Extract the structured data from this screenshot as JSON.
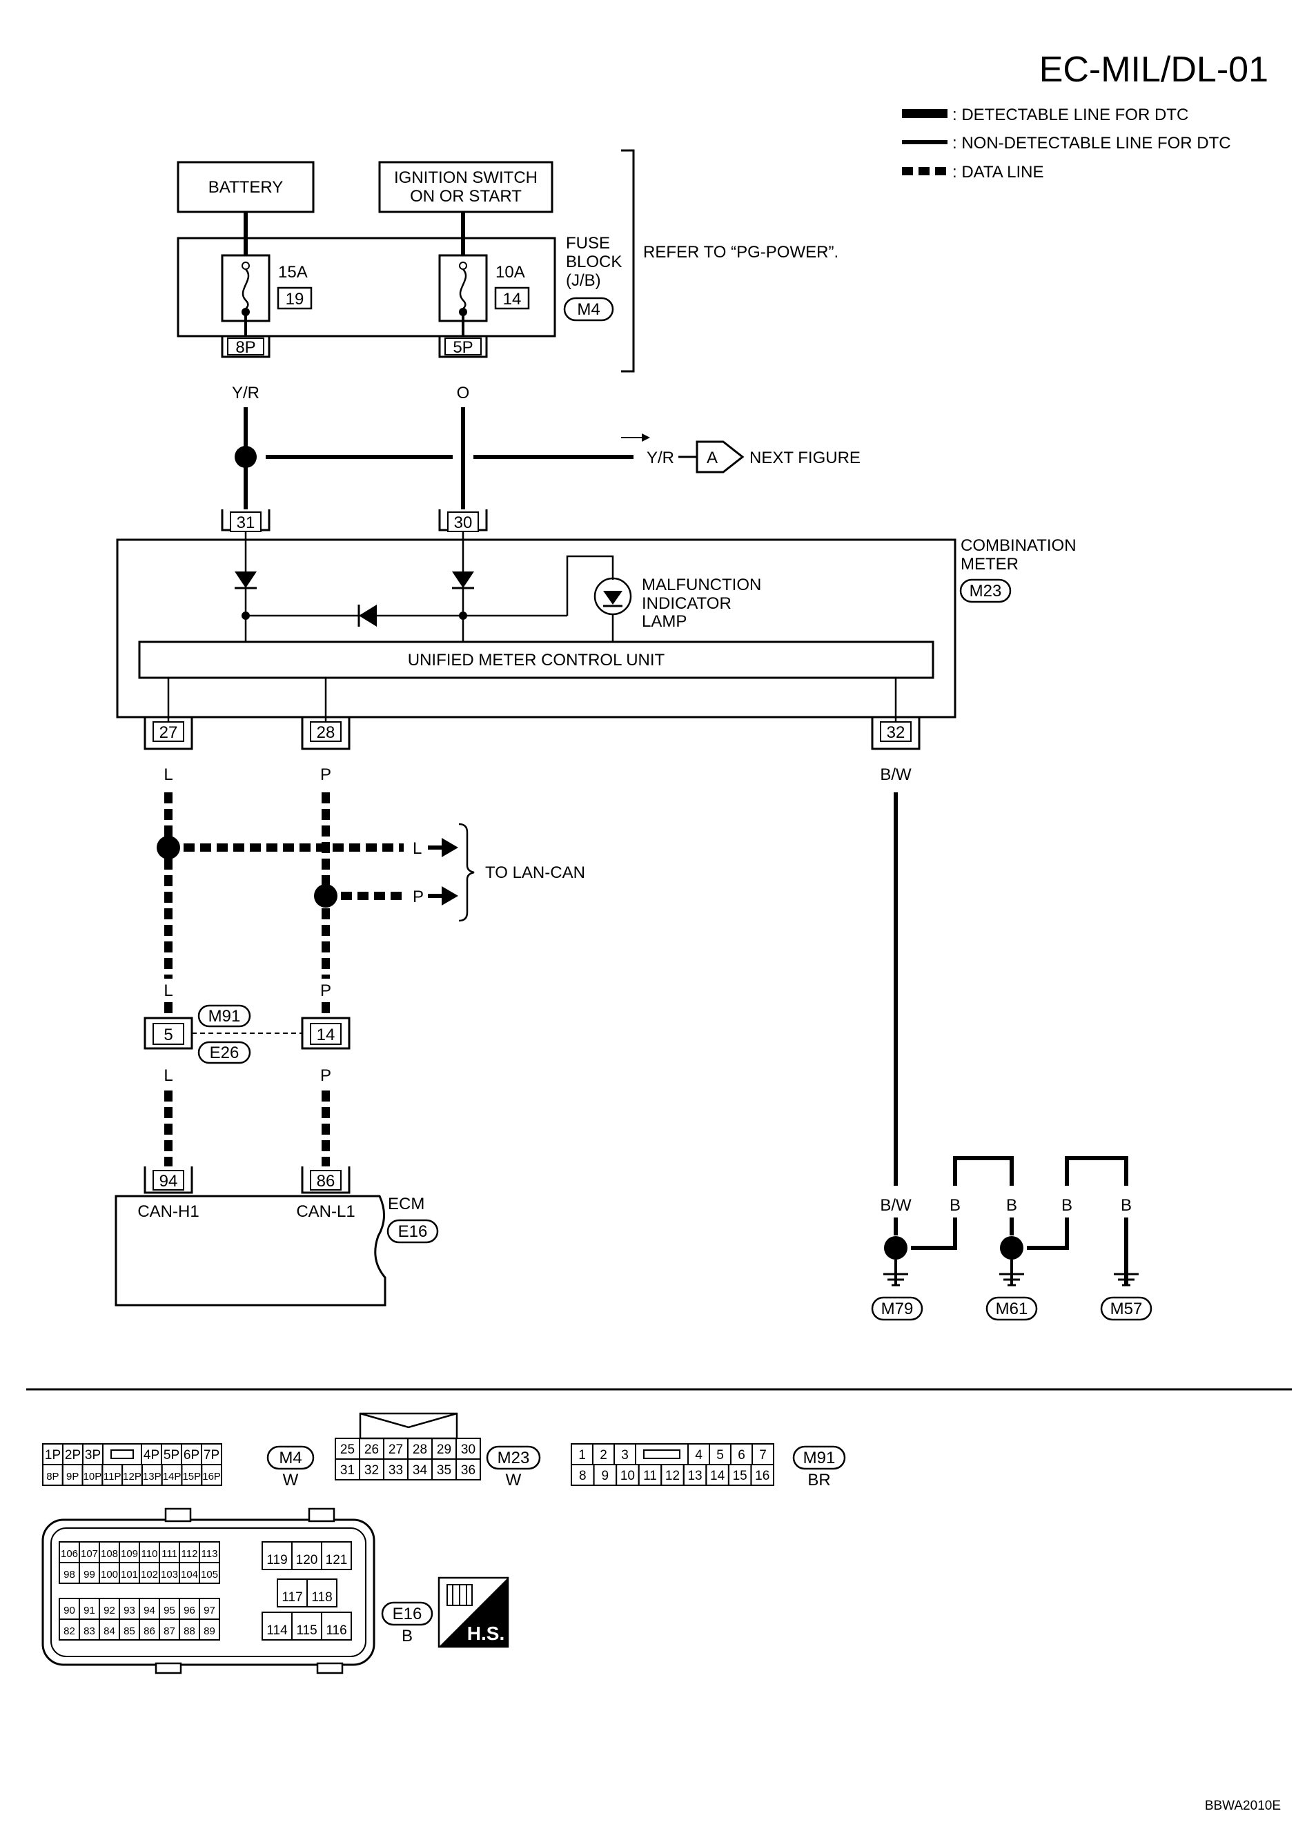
{
  "title": "EC-MIL/DL-01",
  "legend": {
    "detectable": ": DETECTABLE LINE FOR DTC",
    "non_detectable": ": NON-DETECTABLE LINE FOR DTC",
    "data_line": ": DATA LINE"
  },
  "power": {
    "battery": "BATTERY",
    "ignition_line1": "IGNITION SWITCH",
    "ignition_line2": "ON OR START"
  },
  "fuse_block": {
    "label_line1": "FUSE",
    "label_line2": "BLOCK",
    "label_line3": "(J/B)",
    "connector": "M4",
    "refer": "REFER TO “PG-POWER”.",
    "fuse1_amp": "15A",
    "fuse1_no": "19",
    "fuse2_amp": "10A",
    "fuse2_no": "14",
    "pin1": "8P",
    "pin2": "5P"
  },
  "wires": {
    "yr": "Y/R",
    "o": "O",
    "l": "L",
    "p": "P",
    "bw": "B/W",
    "b": "B"
  },
  "next_figure": {
    "wire": "Y/R",
    "marker": "A",
    "text": "NEXT FIGURE"
  },
  "combination_meter": {
    "label_line1": "COMBINATION",
    "label_line2": "METER",
    "connector": "M23",
    "pin31": "31",
    "pin30": "30",
    "mil_line1": "MALFUNCTION",
    "mil_line2": "INDICATOR",
    "mil_line3": "LAMP",
    "unit": "UNIFIED METER CONTROL UNIT",
    "pin27": "27",
    "pin28": "28",
    "pin32": "32"
  },
  "lan_can": "TO LAN-CAN",
  "joint": {
    "conn_a": "M91",
    "conn_b": "E26",
    "pin_l": "5",
    "pin_p": "14"
  },
  "ecm": {
    "label": "ECM",
    "connector": "E16",
    "pin94": "94",
    "pin86": "86",
    "can_h": "CAN-H1",
    "can_l": "CAN-L1"
  },
  "grounds": [
    "M79",
    "M61",
    "M57"
  ],
  "connectors": {
    "m4": {
      "id": "M4",
      "color": "W",
      "top": [
        "1P",
        "2P",
        "3P",
        "",
        "4P",
        "5P",
        "6P",
        "7P"
      ],
      "bottom": [
        "8P",
        "9P",
        "10P",
        "11P",
        "12P",
        "13P",
        "14P",
        "15P",
        "16P"
      ]
    },
    "m23": {
      "id": "M23",
      "color": "W",
      "top": [
        "25",
        "26",
        "27",
        "28",
        "29",
        "30"
      ],
      "bottom": [
        "31",
        "32",
        "33",
        "34",
        "35",
        "36"
      ]
    },
    "m91": {
      "id": "M91",
      "color": "BR",
      "top": [
        "1",
        "2",
        "3",
        "",
        "4",
        "5",
        "6",
        "7"
      ],
      "bottom": [
        "8",
        "9",
        "10",
        "11",
        "12",
        "13",
        "14",
        "15",
        "16"
      ]
    },
    "e16": {
      "id": "E16",
      "color": "B",
      "left_rows": [
        [
          "106",
          "107",
          "108",
          "109",
          "110",
          "111",
          "112",
          "113"
        ],
        [
          "98",
          "99",
          "100",
          "101",
          "102",
          "103",
          "104",
          "105"
        ],
        [
          "90",
          "91",
          "92",
          "93",
          "94",
          "95",
          "96",
          "97"
        ],
        [
          "82",
          "83",
          "84",
          "85",
          "86",
          "87",
          "88",
          "89"
        ]
      ],
      "right_top": [
        "119",
        "120",
        "121"
      ],
      "right_mid": [
        "117",
        "118"
      ],
      "right_bottom": [
        "114",
        "115",
        "116"
      ]
    },
    "hs": "H.S."
  },
  "ref_code": "BBWA2010E"
}
